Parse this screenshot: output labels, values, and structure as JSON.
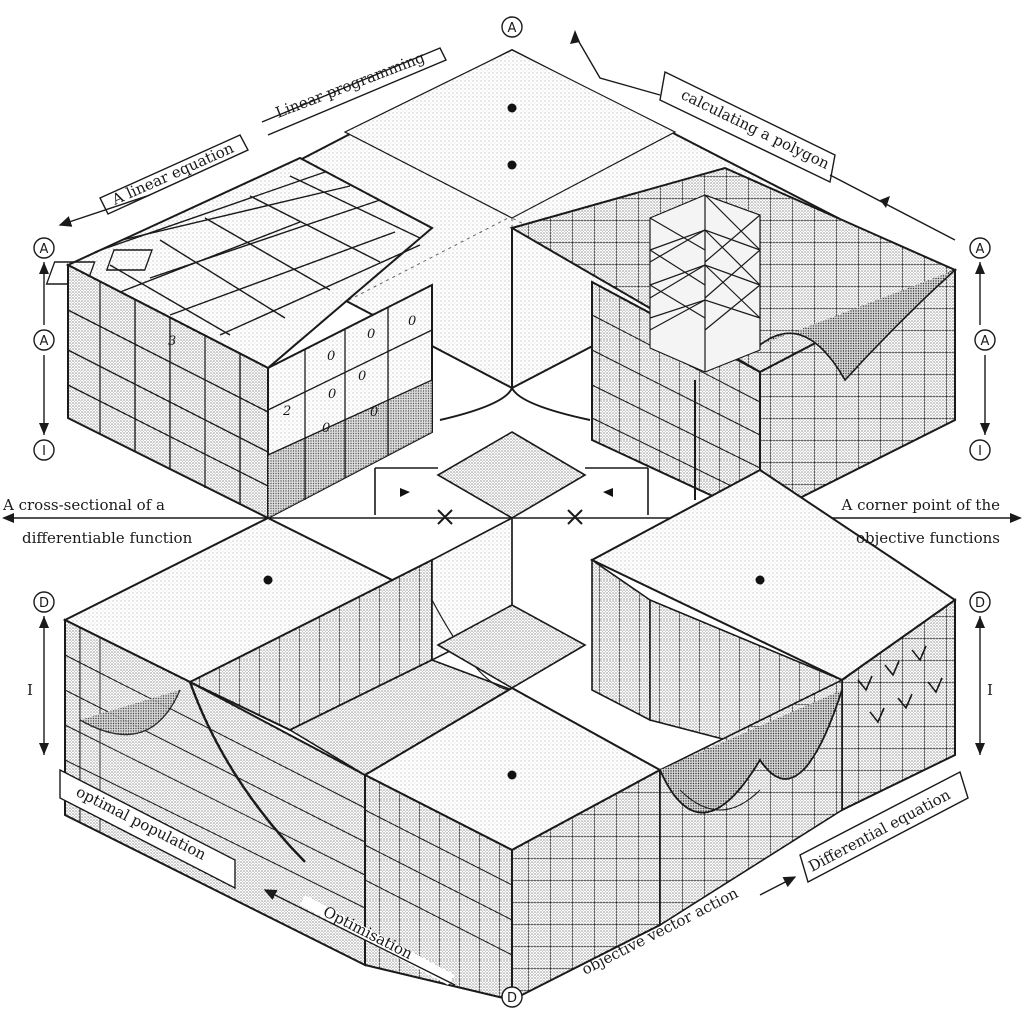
{
  "labels": {
    "top_center": "Linear programming",
    "top_left": "A linear equation",
    "top_right": "calculating a polygon",
    "left_line1": "A cross-sectional of a",
    "left_line2": "differentiable function",
    "right_line1": "A corner point of the",
    "right_line2": "objective functions",
    "bottom_left_box": "optimal population",
    "bottom_left_text": "Optimisation",
    "bottom_right_box": "Differential equation",
    "bottom_right_text": "objective vector action"
  },
  "markers": {
    "top": "A",
    "left_upper_1": "A",
    "left_upper_2": "A",
    "left_upper_3": "I",
    "left_lower_1": "D",
    "left_lower_2": "I",
    "right_upper_1": "A",
    "right_upper_2": "A",
    "right_upper_3": "I",
    "right_lower_1": "D",
    "right_lower_2": "I",
    "bottom": "D"
  },
  "grid_marks": {
    "a": "3",
    "b": "0",
    "c": "0",
    "d": "0",
    "e": "0",
    "f": "0",
    "g": "2",
    "h": "0",
    "i": "0"
  },
  "style": {
    "ink": "#1a1a1a",
    "paper": "#ffffff",
    "stipple_light": "#e2e2e2",
    "stipple_mid": "#c4c4c4",
    "stipple_dark": "#a8a8a8"
  }
}
